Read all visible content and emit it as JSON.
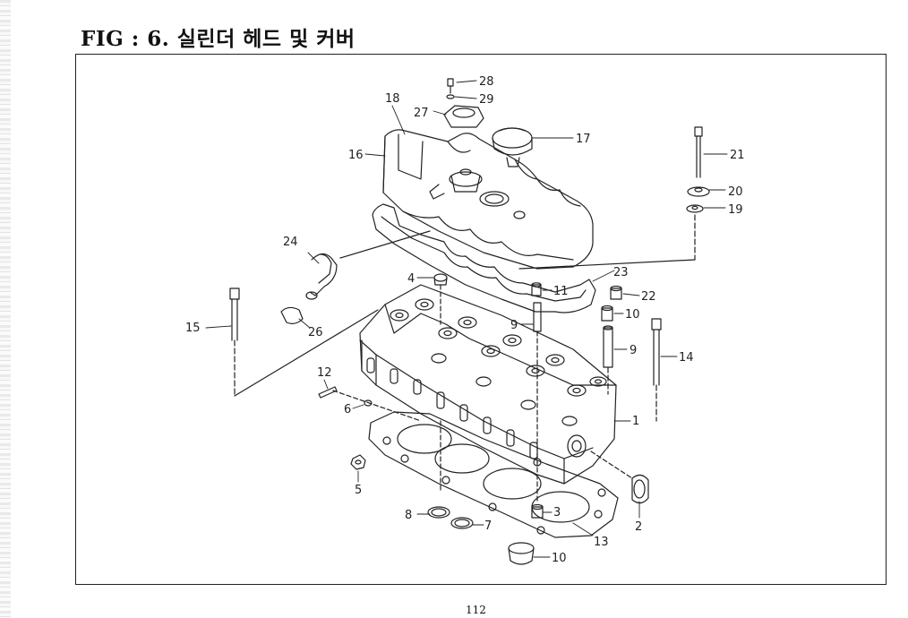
{
  "figure": {
    "title": "FIG : 6. 실린더 헤드 및 커버",
    "page_number": "112"
  },
  "callouts": {
    "c28": "28",
    "c29": "29",
    "c18": "18",
    "c27": "27",
    "c17": "17",
    "c16": "16",
    "c21": "21",
    "c20": "20",
    "c19": "19",
    "c24": "24",
    "c23": "23",
    "c4": "4",
    "c11": "11",
    "c22": "22",
    "c9a": "9",
    "c10a": "10",
    "c15": "15",
    "c26": "26",
    "c9b": "9",
    "c14": "14",
    "c12": "12",
    "c6": "6",
    "c1": "1",
    "c5": "5",
    "c3": "3",
    "c8": "8",
    "c7": "7",
    "c2": "2",
    "c13": "13",
    "c10b": "10"
  }
}
